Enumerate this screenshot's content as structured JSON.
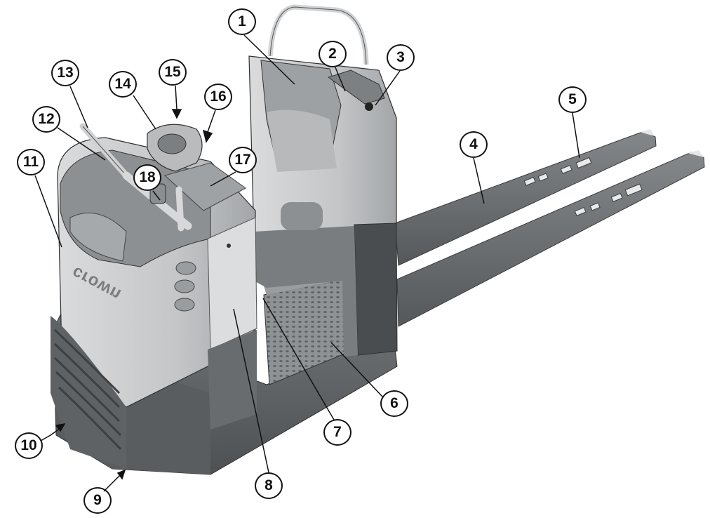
{
  "figure": {
    "brand": "crown",
    "callouts": [
      "1",
      "2",
      "3",
      "4",
      "5",
      "6",
      "7",
      "8",
      "9",
      "10",
      "11",
      "12",
      "13",
      "14",
      "15",
      "16",
      "17",
      "18"
    ]
  },
  "colors": {
    "body_light": "#c9cbcd",
    "body_mid": "#a9acaf",
    "body_dark": "#6d7073",
    "base_dark": "#5c5f62",
    "fork": "#6a6d70",
    "outline": "#111111"
  }
}
